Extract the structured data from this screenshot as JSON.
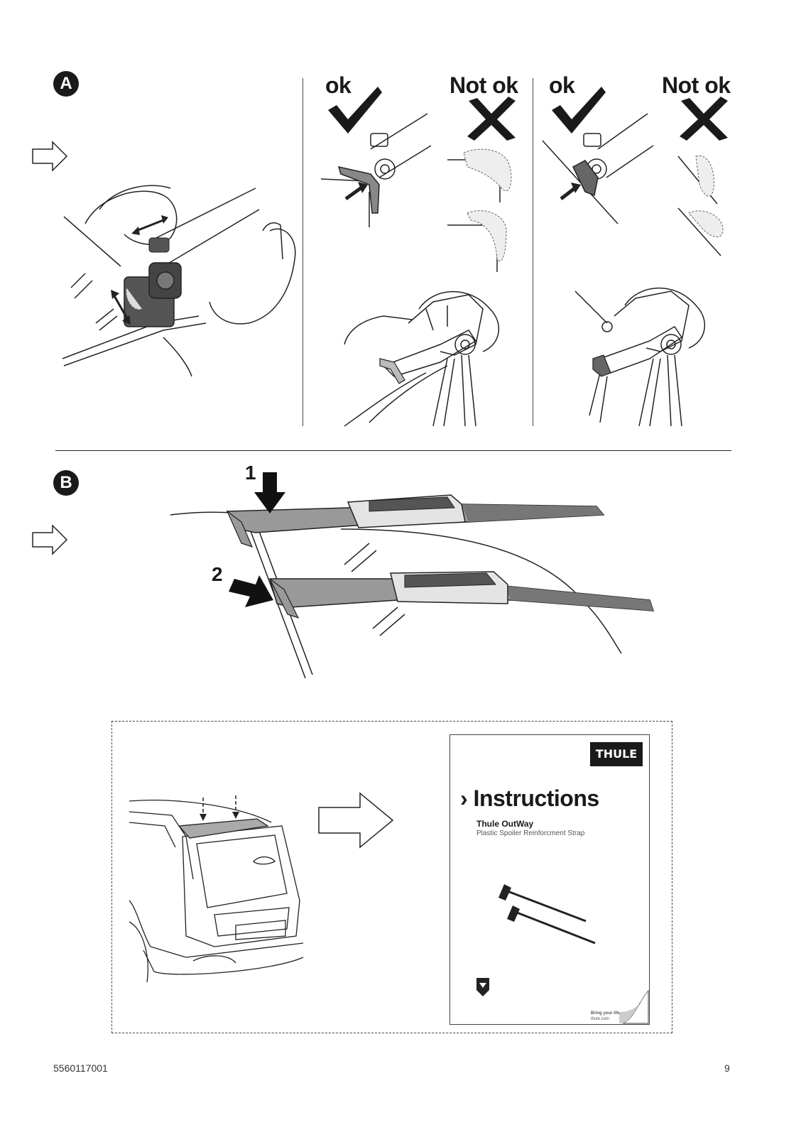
{
  "section_a": {
    "badge": "A"
  },
  "section_b": {
    "badge": "B"
  },
  "verdicts": {
    "ok": "ok",
    "not_ok": "Not ok"
  },
  "steps": {
    "one": "1",
    "two": "2"
  },
  "manual": {
    "brand": "THULE",
    "title_arrow": "›",
    "title": "Instructions",
    "product": "Thule OutWay",
    "description": "Plastic Spoiler Reinforcment Strap",
    "tagline": "Bring your life",
    "website": "thule.com"
  },
  "footer": {
    "doc_number": "5560117001",
    "page_number": "9"
  },
  "icons": [
    "arrow-right-outline-icon",
    "check-icon",
    "cross-icon",
    "down-dashed-arrow-icon"
  ]
}
